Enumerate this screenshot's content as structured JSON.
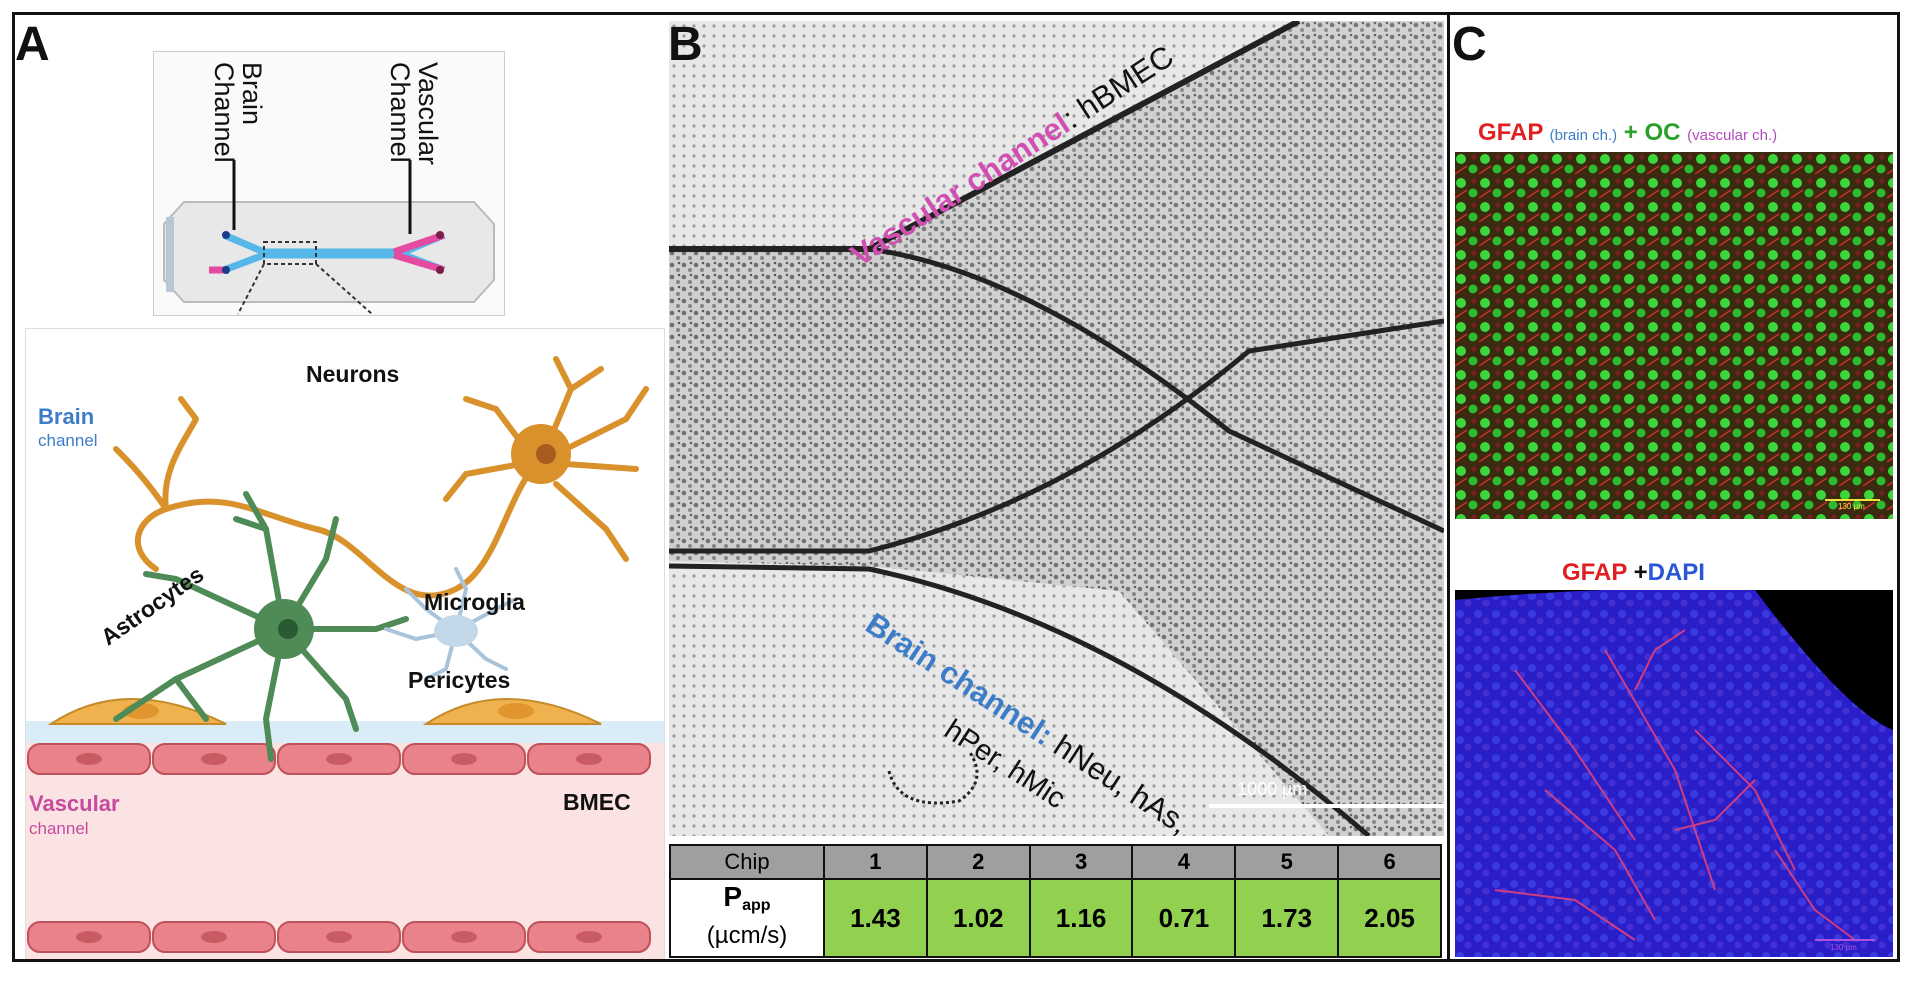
{
  "figure": {
    "panel_a": {
      "letter": "A",
      "chip_labels": {
        "brain": "Brain Channel",
        "vascular": "Vascular Channel"
      },
      "labels": {
        "neurons": "Neurons",
        "brain": "Brain",
        "brain_sub": "channel",
        "astrocytes": "Astrocytes",
        "microglia": "Microglia",
        "pericytes": "Pericytes",
        "vascular": "Vascular",
        "vascular_sub": "channel",
        "bmec": "BMEC"
      },
      "colors": {
        "brain": "#3d7cc9",
        "vascular": "#c64aa0",
        "neuron": "#d9912c",
        "astrocyte": "#4e8b57",
        "microglia": "#a9c4da",
        "pericyte": "#f0b24f",
        "bmec": "#e9828a"
      }
    },
    "panel_b": {
      "letter": "B",
      "vascular_label": "Vascular channel",
      "vascular_cells": ": hBMEC",
      "brain_label": "Brain channel:",
      "brain_cells_1": "hNeu, hAs,",
      "brain_cells_2": "hPer, hMic",
      "scalebar": "1000 µm",
      "table": {
        "row_header": "Chip",
        "chips": [
          "1",
          "2",
          "3",
          "4",
          "5",
          "6"
        ],
        "metric_symbol": "P",
        "metric_sub": "app",
        "metric_unit": "(µcm/s)",
        "values": [
          "1.43",
          "1.02",
          "1.16",
          "0.71",
          "1.73",
          "2.05"
        ]
      },
      "colors": {
        "header": "#9f9f9f",
        "values": "#92d050"
      }
    },
    "panel_c": {
      "letter": "C",
      "top_caption": {
        "gfap": "GFAP",
        "brain": "(brain ch.)",
        "plus_oc": "+ OC",
        "vascular": "(vascular ch.)"
      },
      "top_scalebar": "130 µm",
      "bottom_caption": {
        "gfap": "GFAP",
        "plus": "+",
        "dapi": "DAPI"
      },
      "bottom_scalebar": "130 µm",
      "colors": {
        "gfap": "#e02020",
        "oc": "#2aa12a",
        "brain": "#3d7cc9",
        "vascular": "#b34bbd",
        "dapi": "#2a55d8"
      }
    }
  }
}
